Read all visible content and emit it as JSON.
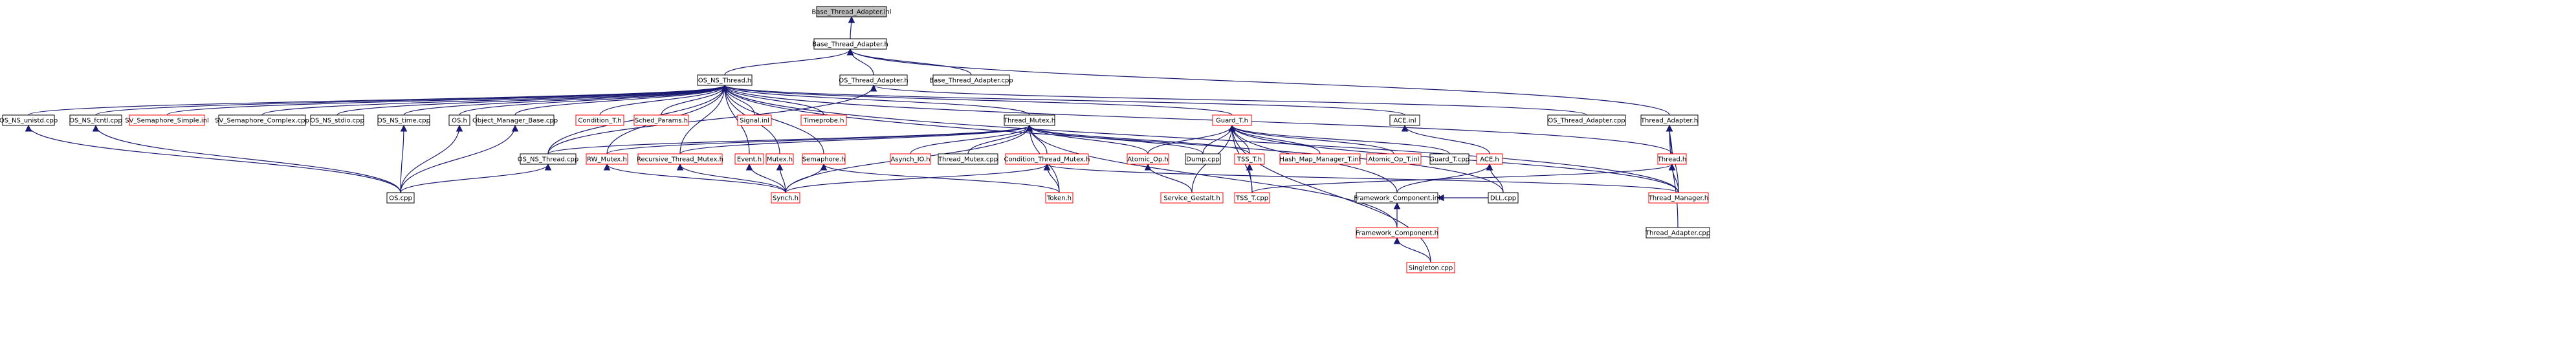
{
  "colors": {
    "edge": "#191970",
    "box_border_normal": "#000000",
    "box_border_incomplete": "#ff0000",
    "box_fill_focus": "#bfbfbf",
    "box_fill": "#ffffff"
  },
  "nodes": [
    {
      "id": "n_root",
      "label": "Base_Thread_Adapter.inl",
      "kind": "focus"
    },
    {
      "id": "n_bta_h",
      "label": "Base_Thread_Adapter.h",
      "kind": "normal"
    },
    {
      "id": "n_osnsthread_h",
      "label": "OS_NS_Thread.h",
      "kind": "normal"
    },
    {
      "id": "n_osta_h",
      "label": "OS_Thread_Adapter.h",
      "kind": "normal"
    },
    {
      "id": "n_bta_cpp",
      "label": "Base_Thread_Adapter.cpp",
      "kind": "normal"
    },
    {
      "id": "n_osnsunistd",
      "label": "OS_NS_unistd.cpp",
      "kind": "normal"
    },
    {
      "id": "n_osnsfcntl",
      "label": "OS_NS_fcntl.cpp",
      "kind": "normal"
    },
    {
      "id": "n_svsimple",
      "label": "SV_Semaphore_Simple.inl",
      "kind": "incomplete"
    },
    {
      "id": "n_svcomplex",
      "label": "SV_Semaphore_Complex.cpp",
      "kind": "normal"
    },
    {
      "id": "n_osnsstdio",
      "label": "OS_NS_stdio.cpp",
      "kind": "normal"
    },
    {
      "id": "n_osnstime",
      "label": "OS_NS_time.cpp",
      "kind": "normal"
    },
    {
      "id": "n_os_h",
      "label": "OS.h",
      "kind": "normal"
    },
    {
      "id": "n_objmgr",
      "label": "Object_Manager_Base.cpp",
      "kind": "normal"
    },
    {
      "id": "n_cond_t",
      "label": "Condition_T.h",
      "kind": "incomplete"
    },
    {
      "id": "n_sched",
      "label": "Sched_Params.h",
      "kind": "incomplete"
    },
    {
      "id": "n_signal",
      "label": "Signal.inl",
      "kind": "incomplete"
    },
    {
      "id": "n_timeprobe",
      "label": "Timeprobe.h",
      "kind": "incomplete"
    },
    {
      "id": "n_thrmutex",
      "label": "Thread_Mutex.h",
      "kind": "normal"
    },
    {
      "id": "n_guard",
      "label": "Guard_T.h",
      "kind": "incomplete"
    },
    {
      "id": "n_aceinl",
      "label": "ACE.inl",
      "kind": "normal"
    },
    {
      "id": "n_osta_cpp",
      "label": "OS_Thread_Adapter.cpp",
      "kind": "normal"
    },
    {
      "id": "n_ta_h",
      "label": "Thread_Adapter.h",
      "kind": "normal"
    },
    {
      "id": "n_osnsthr_cpp",
      "label": "OS_NS_Thread.cpp",
      "kind": "normal"
    },
    {
      "id": "n_rwmutex",
      "label": "RW_Mutex.h",
      "kind": "incomplete"
    },
    {
      "id": "n_recmutex",
      "label": "Recursive_Thread_Mutex.h",
      "kind": "incomplete"
    },
    {
      "id": "n_event",
      "label": "Event.h",
      "kind": "incomplete"
    },
    {
      "id": "n_mutex",
      "label": "Mutex.h",
      "kind": "incomplete"
    },
    {
      "id": "n_semaphore",
      "label": "Semaphore.h",
      "kind": "incomplete"
    },
    {
      "id": "n_asyncio",
      "label": "Asynch_IO.h",
      "kind": "incomplete"
    },
    {
      "id": "n_thrmutex_cpp",
      "label": "Thread_Mutex.cpp",
      "kind": "normal"
    },
    {
      "id": "n_condthrmutex",
      "label": "Condition_Thread_Mutex.h",
      "kind": "incomplete"
    },
    {
      "id": "n_atomicop",
      "label": "Atomic_Op.h",
      "kind": "incomplete"
    },
    {
      "id": "n_dump",
      "label": "Dump.cpp",
      "kind": "normal"
    },
    {
      "id": "n_tsst_h",
      "label": "TSS_T.h",
      "kind": "incomplete"
    },
    {
      "id": "n_hashmap",
      "label": "Hash_Map_Manager_T.inl",
      "kind": "incomplete"
    },
    {
      "id": "n_atomicopt",
      "label": "Atomic_Op_T.inl",
      "kind": "incomplete"
    },
    {
      "id": "n_guard_cpp",
      "label": "Guard_T.cpp",
      "kind": "normal"
    },
    {
      "id": "n_ace_h",
      "label": "ACE.h",
      "kind": "incomplete"
    },
    {
      "id": "n_thread_h",
      "label": "Thread.h",
      "kind": "incomplete"
    },
    {
      "id": "n_os_cpp",
      "label": "OS.cpp",
      "kind": "normal"
    },
    {
      "id": "n_synch",
      "label": "Synch.h",
      "kind": "incomplete"
    },
    {
      "id": "n_token",
      "label": "Token.h",
      "kind": "incomplete"
    },
    {
      "id": "n_svcgest",
      "label": "Service_Gestalt.h",
      "kind": "incomplete"
    },
    {
      "id": "n_tsst_cpp",
      "label": "TSS_T.cpp",
      "kind": "incomplete"
    },
    {
      "id": "n_fwcomp_inl",
      "label": "Framework_Component.inl",
      "kind": "normal"
    },
    {
      "id": "n_dll",
      "label": "DLL.cpp",
      "kind": "normal"
    },
    {
      "id": "n_thrmgr",
      "label": "Thread_Manager.h",
      "kind": "incomplete"
    },
    {
      "id": "n_fwcomp_h",
      "label": "Framework_Component.h",
      "kind": "incomplete"
    },
    {
      "id": "n_ta_cpp",
      "label": "Thread_Adapter.cpp",
      "kind": "normal"
    },
    {
      "id": "n_singleton",
      "label": "Singleton.cpp",
      "kind": "incomplete"
    }
  ]
}
